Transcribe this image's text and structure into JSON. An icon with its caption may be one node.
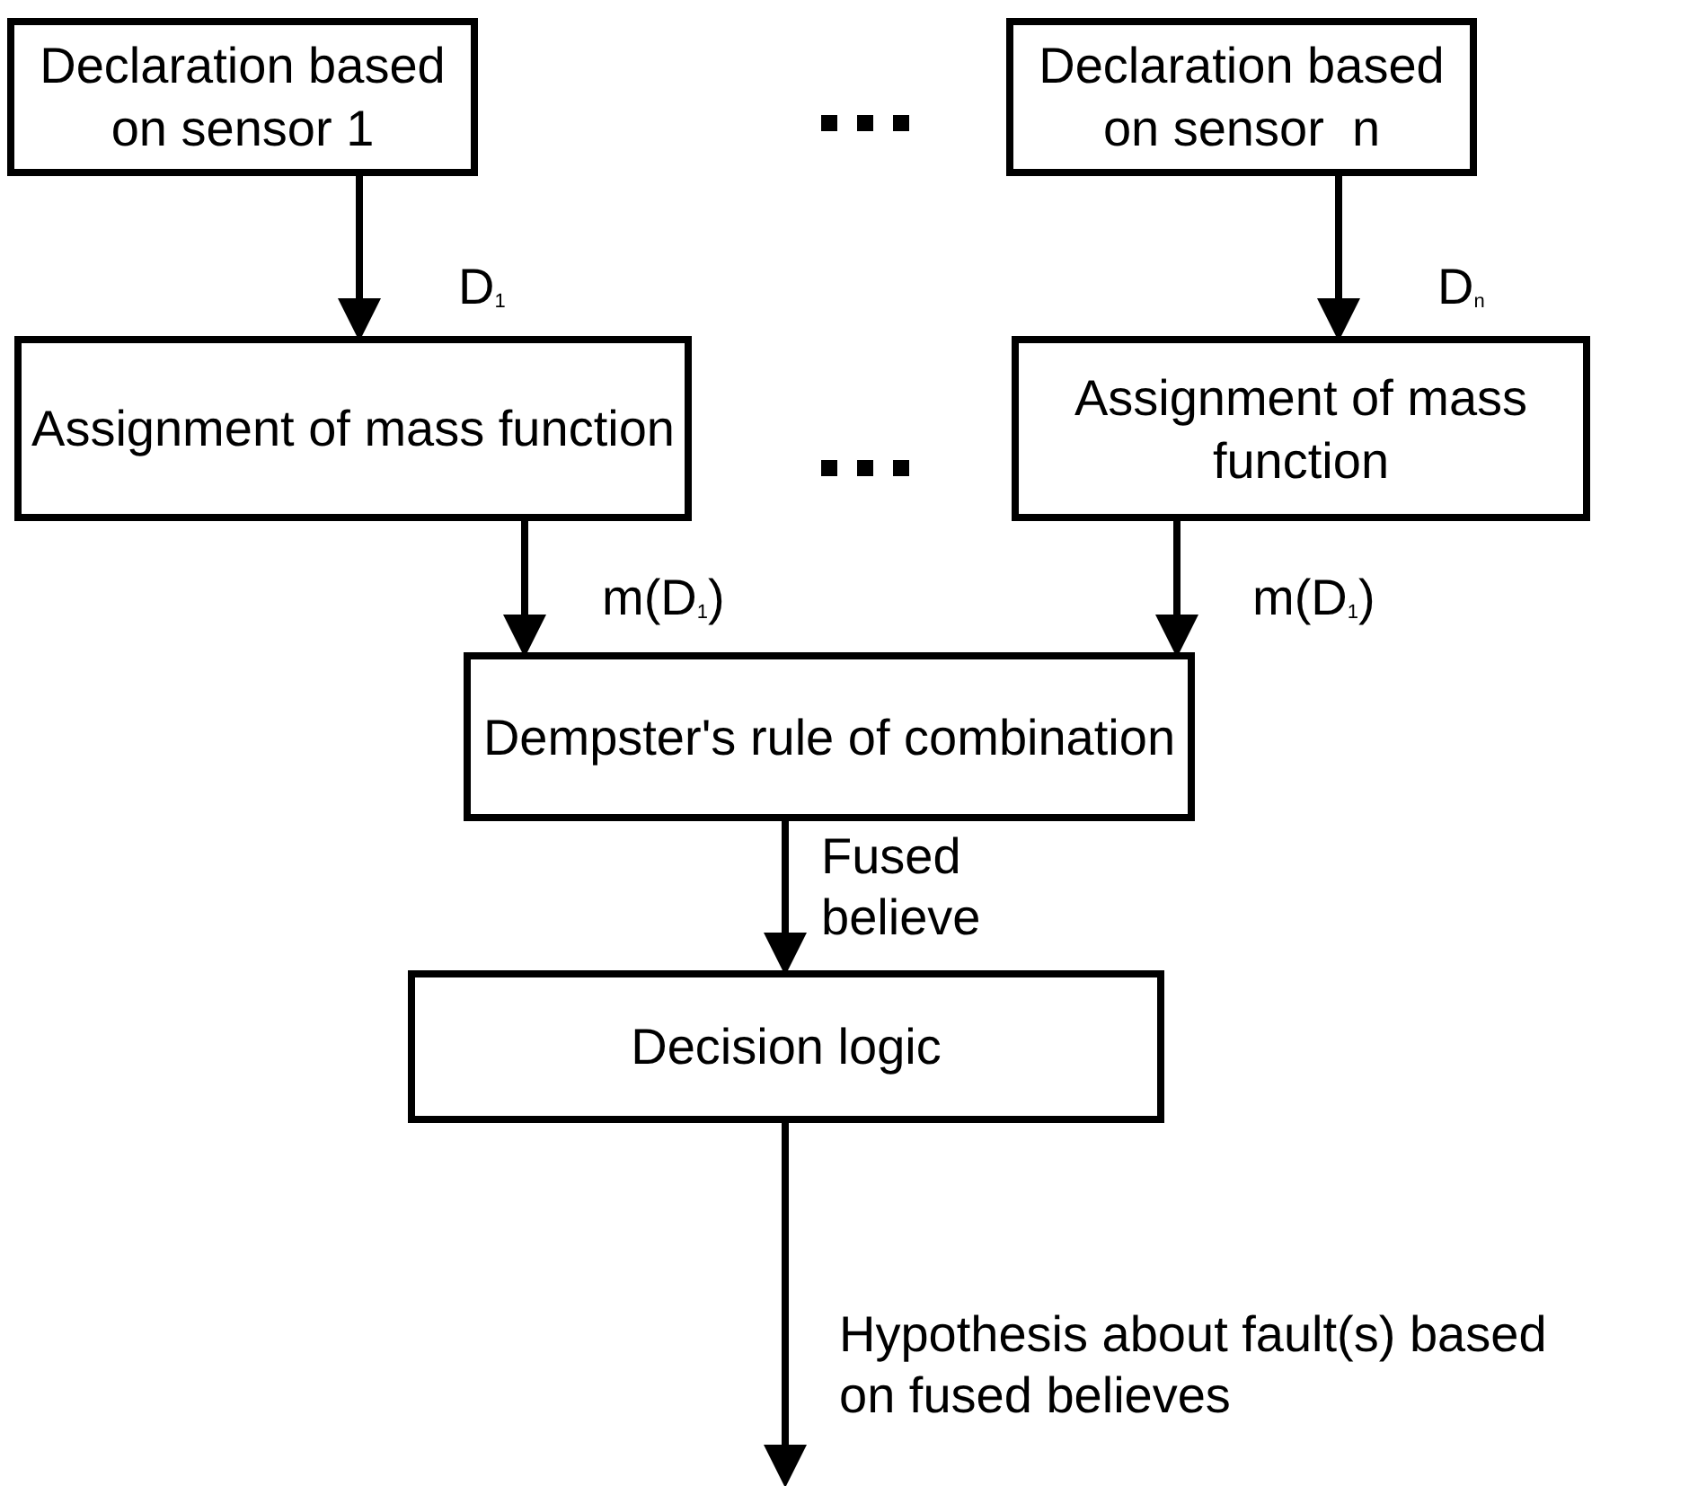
{
  "diagram": {
    "nodes": [
      {
        "text": [
          "Declaration based on sensor 1"
        ]
      },
      {
        "text": [
          "Declaration based on sensor  n"
        ]
      },
      {
        "text": [
          "Assignment of mass function"
        ]
      },
      {
        "text": [
          "Assignment of mass function"
        ]
      },
      {
        "text": [
          "Dempster's rule of combination"
        ]
      },
      {
        "text": [
          "Decision logic"
        ]
      }
    ],
    "edges": [
      {
        "from": 0,
        "to": 2,
        "arrow": "to",
        "label": "D$_{1}$"
      },
      {
        "from": 1,
        "to": 3,
        "arrow": "to",
        "label": "D$_{n}$"
      },
      {
        "from": 2,
        "to": 4,
        "arrow": "to",
        "label": "m(D$_{1}$)"
      },
      {
        "from": 3,
        "to": 4,
        "arrow": "to",
        "label": "m(D$_{1}$)"
      },
      {
        "from": 4,
        "to": 5,
        "arrow": "to",
        "label": "Fused believe"
      },
      {
        "from": 5,
        "to": null,
        "arrow": "to",
        "label": "Hypothesis about fault(s) based on fused believes"
      }
    ]
  }
}
